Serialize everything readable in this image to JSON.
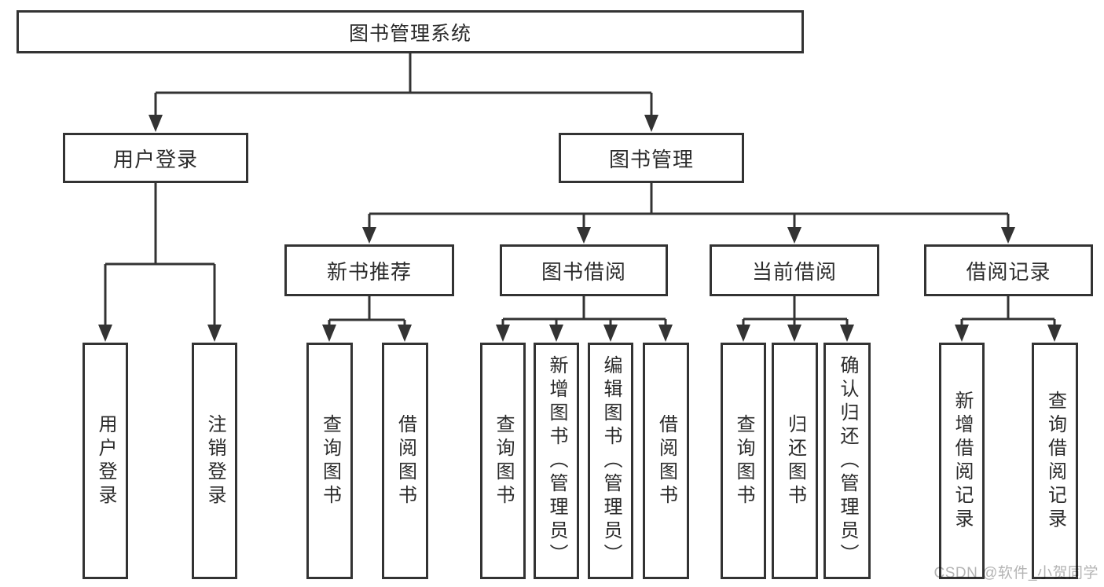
{
  "page": {
    "background": "#ffffff"
  },
  "colors": {
    "line": "#333333",
    "box_border": "#333333",
    "box_fill": "#ffffff",
    "text": "#2b2b2b",
    "watermark": "#b4b4b4"
  },
  "tree": {
    "label": "图书管理系统",
    "children": [
      {
        "label": "用户登录",
        "children": [
          {
            "label": "用户登录"
          },
          {
            "label": "注销登录"
          }
        ]
      },
      {
        "label": "图书管理",
        "children": [
          {
            "label": "新书推荐",
            "children": [
              {
                "label": "查询图书"
              },
              {
                "label": "借阅图书"
              }
            ]
          },
          {
            "label": "图书借阅",
            "children": [
              {
                "label": "查询图书"
              },
              {
                "label": "新增图书（管理员）"
              },
              {
                "label": "编辑图书（管理员）"
              },
              {
                "label": "借阅图书"
              }
            ]
          },
          {
            "label": "当前借阅",
            "children": [
              {
                "label": "查询图书"
              },
              {
                "label": "归还图书"
              },
              {
                "label": "确认归还（管理员）"
              }
            ]
          },
          {
            "label": "借阅记录",
            "children": [
              {
                "label": "新增借阅记录"
              },
              {
                "label": "查询借阅记录"
              }
            ]
          }
        ]
      }
    ]
  },
  "watermark": {
    "text": "CSDN @软件_小贺同学"
  }
}
